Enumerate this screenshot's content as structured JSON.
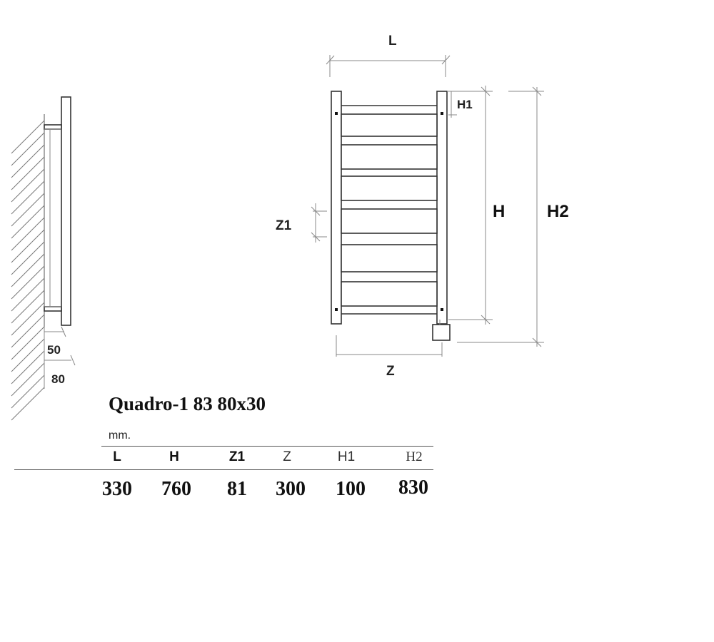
{
  "drawing": {
    "labels": {
      "L": "L",
      "H1": "H1",
      "H": "H",
      "H2": "H2",
      "Z1": "Z1",
      "Z": "Z",
      "depth_inner": "50",
      "depth_outer": "80"
    }
  },
  "spec": {
    "title": "Quadro-1  83 80x30",
    "unit": "mm.",
    "headers": [
      "L",
      "H",
      "Z1",
      "Z",
      "H1",
      "H2"
    ],
    "values": [
      "330",
      "760",
      "81",
      "300",
      "100",
      "830"
    ]
  }
}
